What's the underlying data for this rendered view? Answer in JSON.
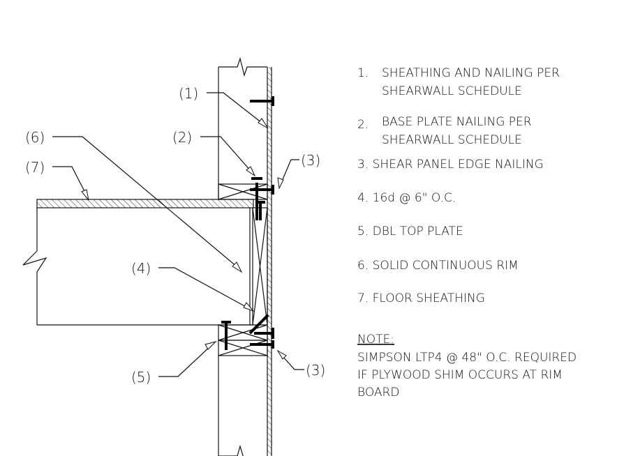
{
  "callouts": [
    "(1)",
    "(2)",
    "(3)",
    "(3)",
    "(4)",
    "(5)",
    "(6)",
    "(7)"
  ],
  "notes": {
    "n1_num": "1.",
    "n1_l1": "SHEATHING AND NAILING PER",
    "n1_l2": "SHEARWALL SCHEDULE",
    "n2_num": "2.",
    "n2_l1": "BASE PLATE NAILING PER",
    "n2_l2": "SHEARWALL SCHEDULE",
    "n3": "3.  SHEAR PANEL EDGE NAILING",
    "n4": "4.  16d  @  6\"  O.C.",
    "n5": "5.  DBL TOP PLATE",
    "n6": "6.  SOLID CONTINUOUS RIM",
    "n7": "7.  FLOOR SHEATHING",
    "note_head": "NOTE:",
    "note_l1": "SIMPSON LTP4 @ 48\" O.C. REQUIRED",
    "note_l2": "IF PLYWOOD SHIM OCCURS AT RIM",
    "note_l3": "BOARD"
  }
}
